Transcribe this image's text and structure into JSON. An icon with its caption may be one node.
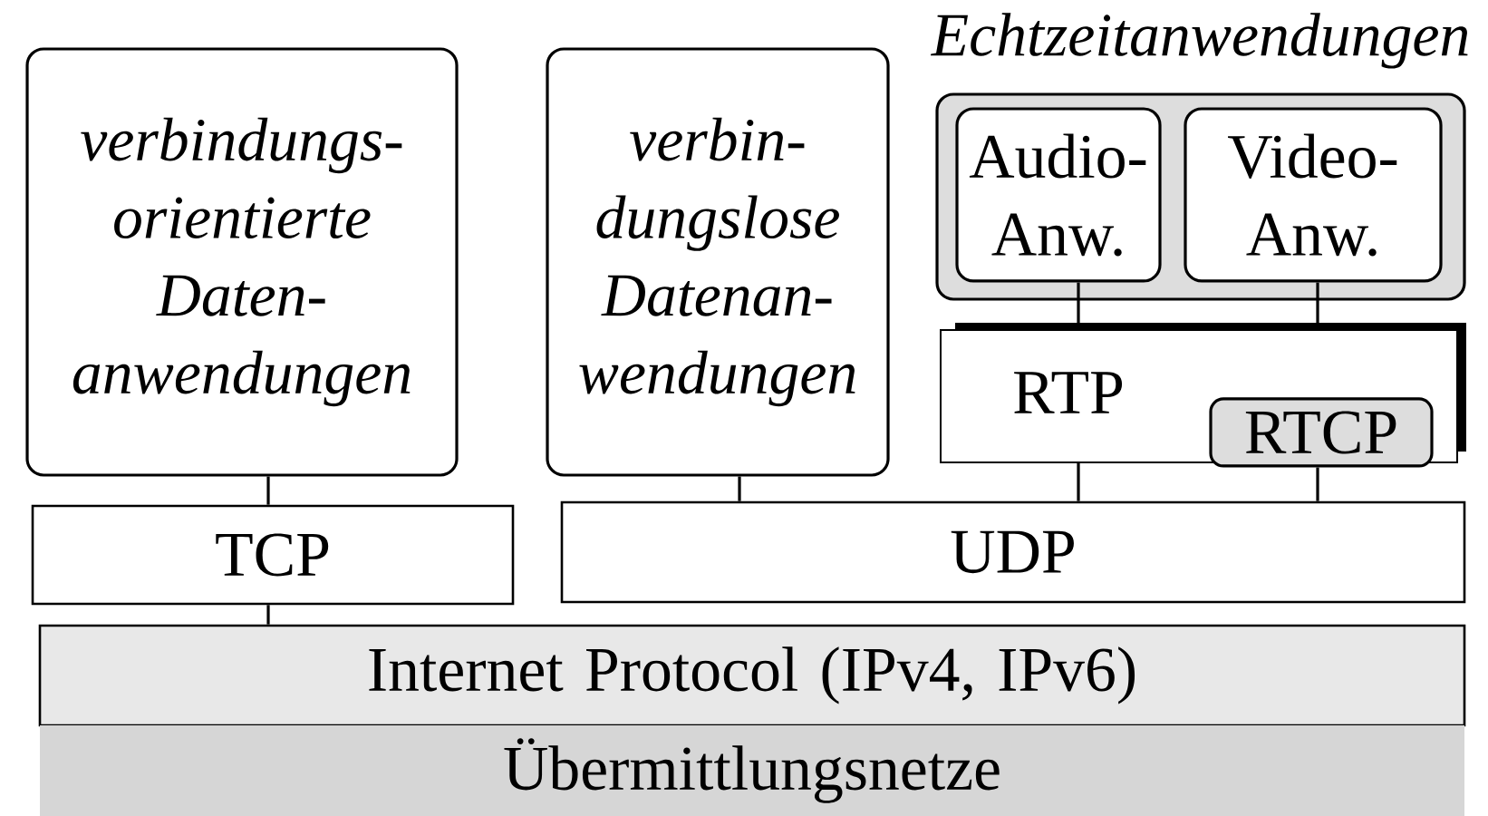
{
  "diagram": {
    "nodes": [
      {
        "text": [
          "verbindungs- orientierte Daten- anwendungen"
        ]
      },
      {
        "text": [
          "verbin- dungslose Datenan- wendungen"
        ]
      },
      {
        "text": [
          "Echtzeitanwendungen"
        ]
      },
      {
        "text": [
          "Audio- Anw."
        ],
        "in": 2
      },
      {
        "text": [
          "Video- Anw."
        ],
        "in": 2
      },
      {
        "text": [
          "RTP"
        ]
      },
      {
        "text": [
          "RTCP"
        ],
        "in": 5
      },
      {
        "text": [
          "TCP"
        ]
      },
      {
        "text": [
          "UDP"
        ]
      },
      {
        "text": [
          "Internet Protocol (IPv4, IPv6)"
        ]
      },
      {
        "text": [
          "Übermittlungsnetze"
        ]
      }
    ],
    "edges": [
      {
        "from": 0,
        "to": 7,
        "arrow": "none"
      },
      {
        "from": 1,
        "to": 8,
        "arrow": "none"
      },
      {
        "from": 3,
        "to": 5,
        "arrow": "none"
      },
      {
        "from": 4,
        "to": 5,
        "arrow": "none"
      },
      {
        "from": 5,
        "to": 8,
        "arrow": "none"
      },
      {
        "from": 6,
        "to": 8,
        "arrow": "none"
      },
      {
        "from": 7,
        "to": 9,
        "arrow": "none"
      }
    ]
  }
}
